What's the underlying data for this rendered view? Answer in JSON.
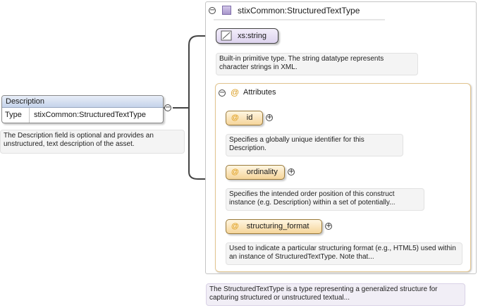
{
  "element": {
    "name": "Description",
    "type_key": "Type",
    "type_value": "stixCommon:StructuredTextType",
    "doc": "The Description field is optional and provides an unstructured, text description of the asset."
  },
  "complex_type": {
    "name": "stixCommon:StructuredTextType",
    "doc": "The StructuredTextType is a type representing a generalized structure for capturing structured or unstructured textual..."
  },
  "base_type": {
    "name": "xs:string",
    "doc": "Built-in primitive type. The string datatype represents character strings in XML."
  },
  "attributes": {
    "title": "Attributes",
    "items": [
      {
        "name": "id",
        "doc": "Specifies a globally unique identifier for this Description."
      },
      {
        "name": "ordinality",
        "doc": "Specifies the intended order position of this construct instance (e.g. Description) within a set of potentially..."
      },
      {
        "name": "structuring_format",
        "doc": "Used to indicate a particular structuring format (e.g., HTML5) used within an instance of StructuredTextType. Note that..."
      }
    ]
  },
  "symbols": {
    "collapse": "−",
    "expand": "+",
    "attribute": "@"
  }
}
